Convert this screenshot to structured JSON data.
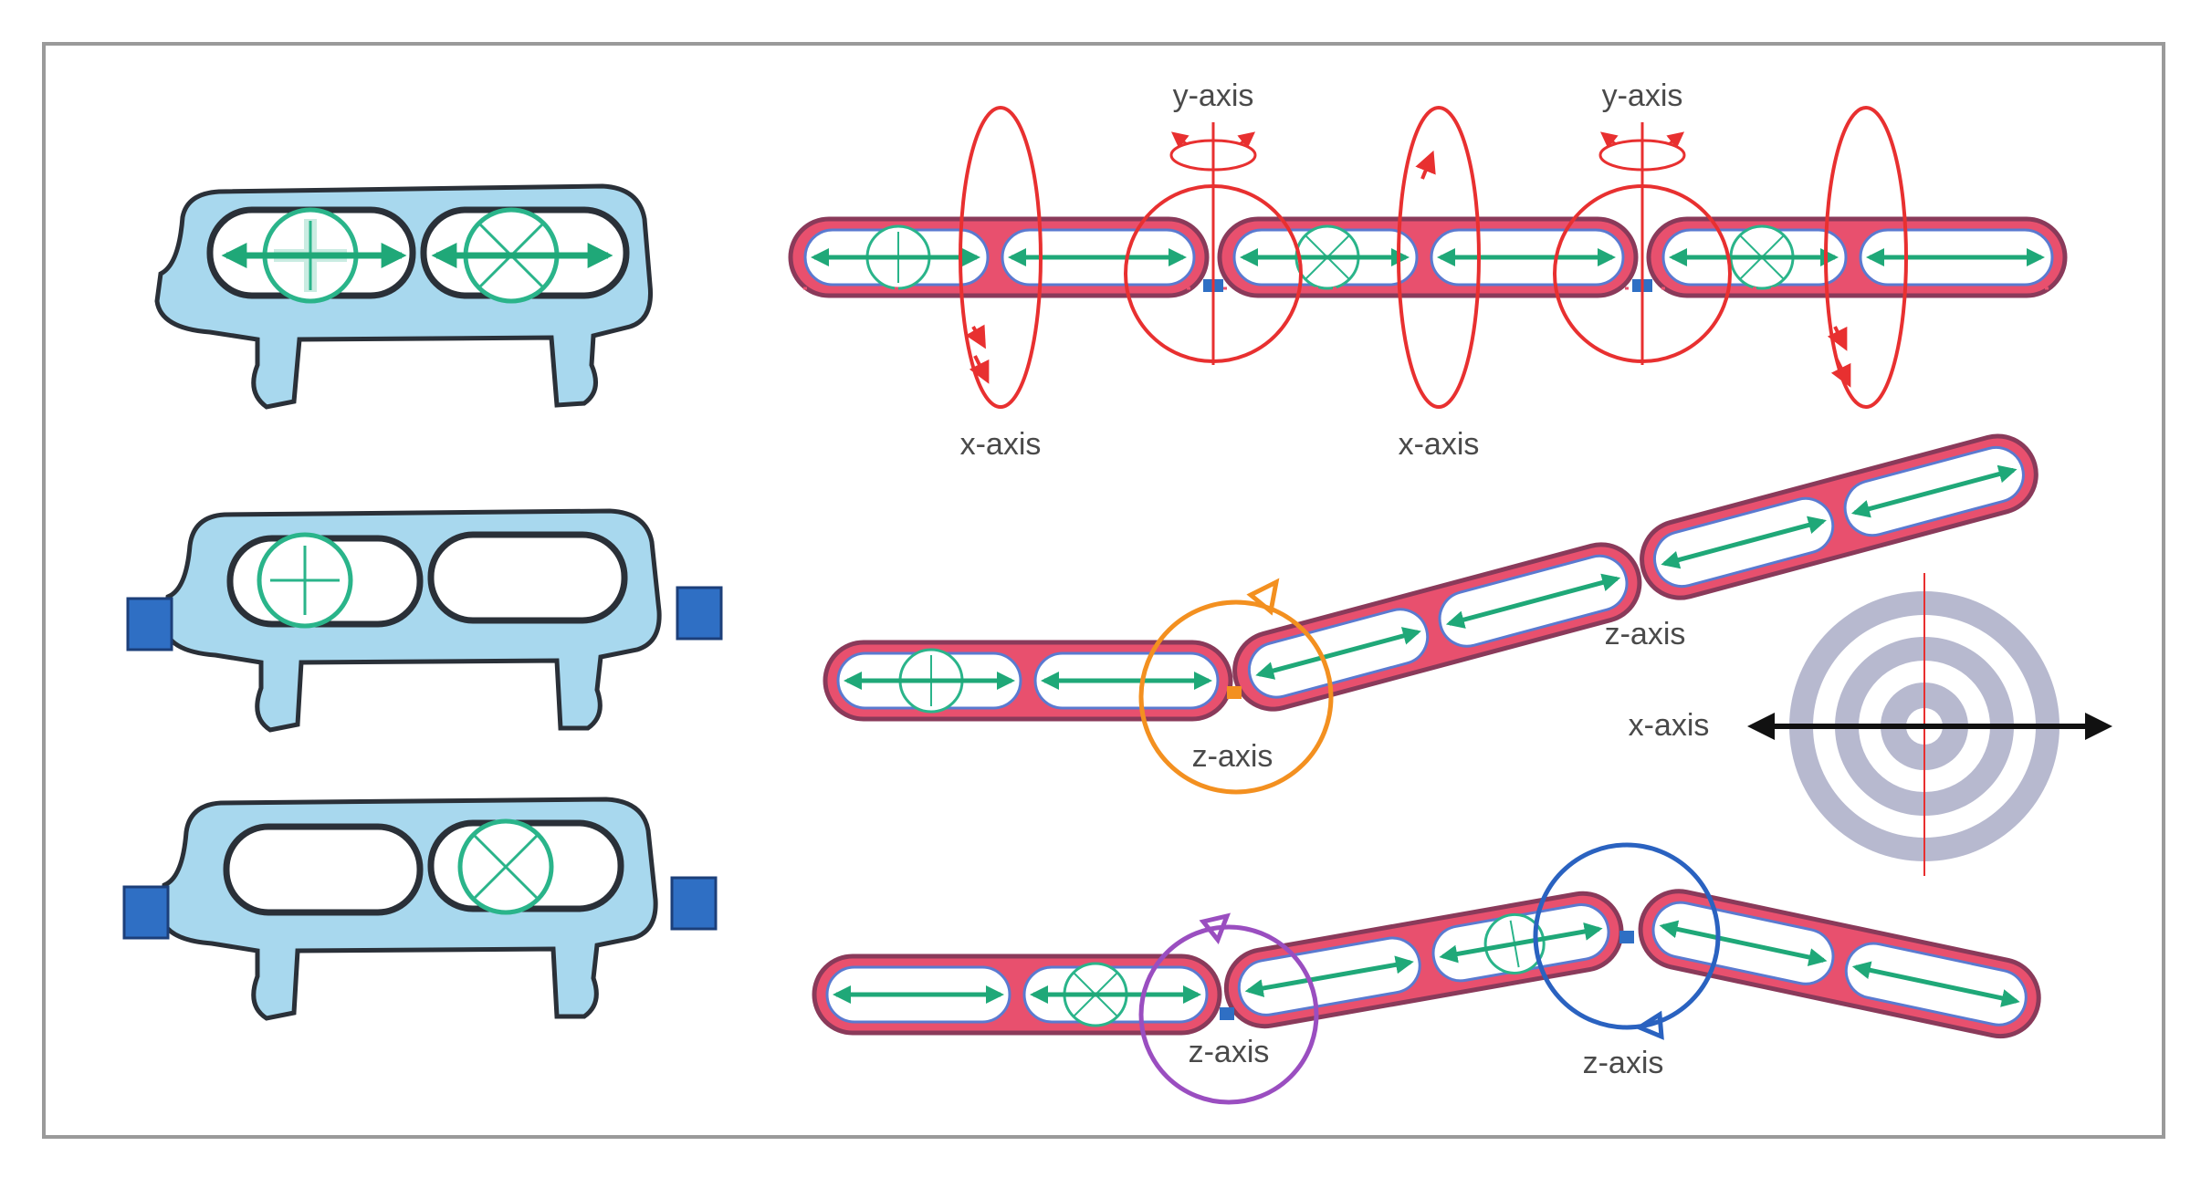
{
  "labels": {
    "y_axis_1": "y-axis",
    "y_axis_2": "y-axis",
    "x_axis_1": "x-axis",
    "x_axis_2": "x-axis",
    "z_axis_mid_upper": "z-axis",
    "z_axis_mid_orange": "z-axis",
    "x_axis_target": "x-axis",
    "z_axis_bottom_purple": "z-axis",
    "z_axis_bottom_blue": "z-axis"
  },
  "colors": {
    "frame": "#9a9a9a",
    "clip_fill": "#a8d8ee",
    "clip_stroke": "#2a3038",
    "clip_tab": "#2f6fc4",
    "segment_outer": "#e8506e",
    "segment_border": "#8a3a5a",
    "segment_inner": "#ffffff",
    "slot_inner_stroke": "#5a7ad0",
    "arrow_green": "#1fa878",
    "marker_green": "#2ab48a",
    "rot_red": "#e83030",
    "rot_orange": "#f39020",
    "rot_purple": "#9a4ec0",
    "rot_blue": "#2a62c0",
    "target_ring": "#b7b9cf",
    "target_axis": "#111111"
  },
  "icons": [
    "plus-marker-icon",
    "cross-marker-icon",
    "rotation-arrow-icon",
    "double-arrow-icon",
    "target-icon"
  ]
}
